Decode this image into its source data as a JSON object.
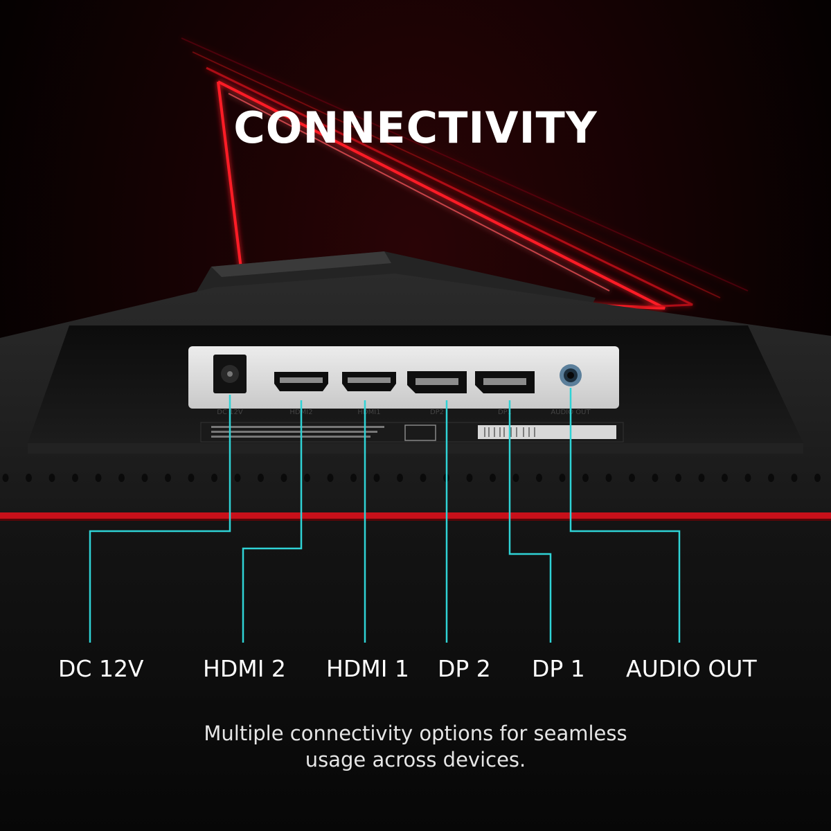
{
  "header": {
    "title": "CONNECTIVITY"
  },
  "ports": [
    {
      "label": "DC 12V",
      "panel_label": "DC 12V"
    },
    {
      "label": "HDMI 2",
      "panel_label": "HDMI2"
    },
    {
      "label": "HDMI 1",
      "panel_label": "HDMI1"
    },
    {
      "label": "DP 2",
      "panel_label": "DP2"
    },
    {
      "label": "DP 1",
      "panel_label": "DP1"
    },
    {
      "label": "AUDIO OUT",
      "panel_label": "AUDIO OUT"
    }
  ],
  "caption": {
    "line1": "Multiple connectivity options for seamless",
    "line2": "usage across devices."
  },
  "colors": {
    "leader_line": "#2fd3d6",
    "accent_red": "#e0101a",
    "panel": "#dcdcdc"
  }
}
